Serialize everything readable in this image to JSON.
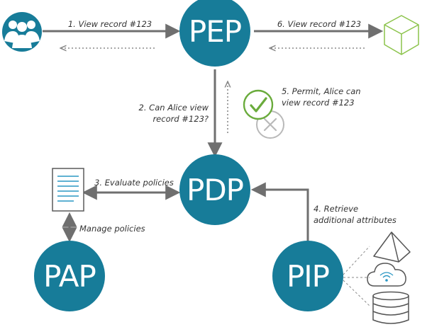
{
  "colors": {
    "node": "#177c99",
    "arrow": "#6f6f6f",
    "users": "#177c99",
    "resource": "#8bc34a",
    "permit": "#6aab3c",
    "deny": "#b9b9b9",
    "document_lines": "#2a97c4",
    "sources": "#555555"
  },
  "nodes": {
    "pep": "PEP",
    "pdp": "PDP",
    "pap": "PAP",
    "pip": "PIP"
  },
  "steps": {
    "step1": "1. View record #123",
    "step6": "6. View record #123",
    "step2_line1": "2. Can Alice view",
    "step2_line2": "record #123?",
    "step5_line1": "5. Permit, Alice can",
    "step5_line2": "view record #123",
    "step3": "3. Evaluate policies",
    "step4_line1": "4. Retrieve",
    "step4_line2": "additional attributes",
    "manage": "Manage policies"
  },
  "icons": {
    "users": "users-group-icon",
    "resource": "cube-icon",
    "permit": "check-circle-icon",
    "deny": "x-circle-icon",
    "policy": "document-icon",
    "pyramid": "pyramid-icon",
    "cloud": "cloud-icon",
    "database": "database-icon"
  }
}
